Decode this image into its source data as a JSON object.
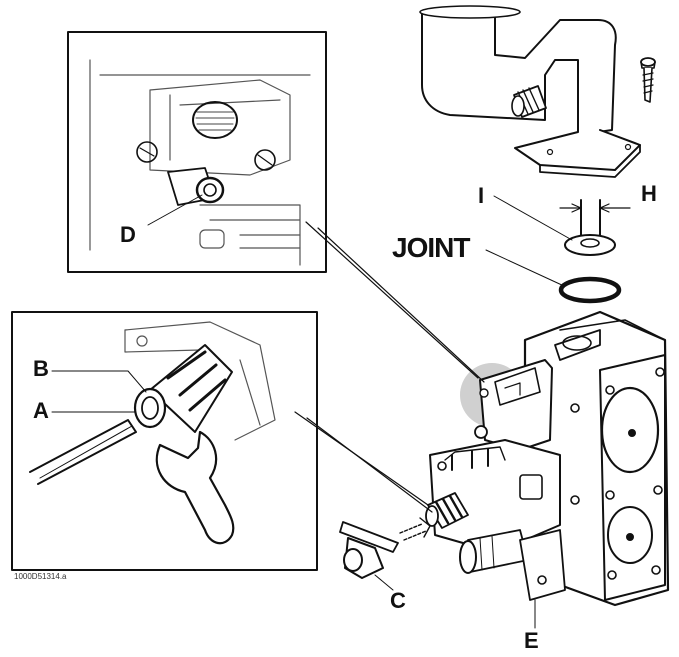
{
  "labels": {
    "A": "A",
    "B": "B",
    "C": "C",
    "D": "D",
    "E": "E",
    "H": "H",
    "I": "I",
    "joint": "JOINT",
    "ref": "1000D51314.a"
  }
}
